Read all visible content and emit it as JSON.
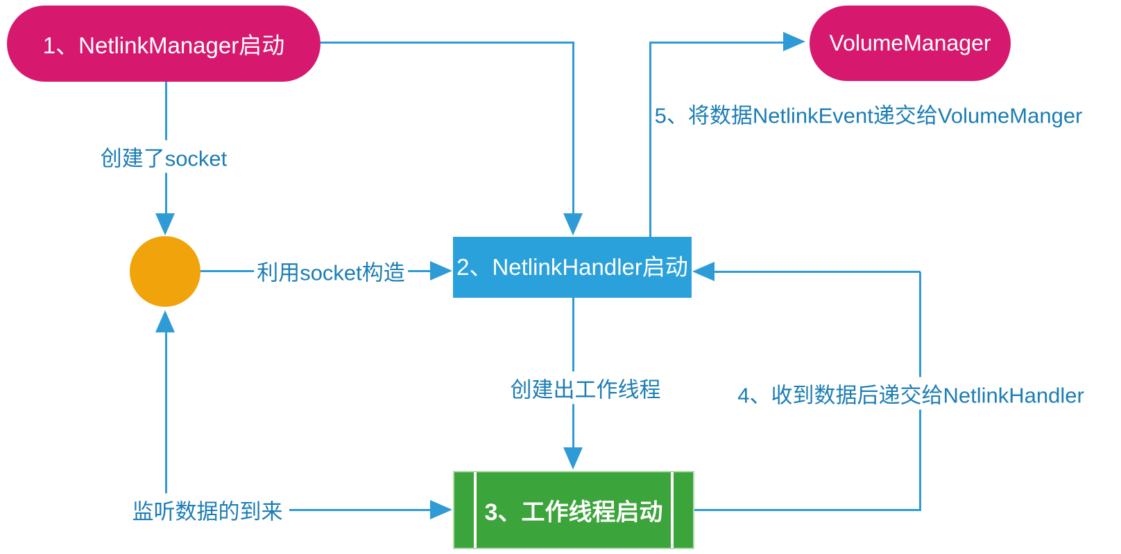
{
  "nodes": {
    "netlink_manager": "1、NetlinkManager启动",
    "volume_manager": "VolumeManager",
    "netlink_handler": "2、NetlinkHandler启动",
    "worker_thread": "3、工作线程启动"
  },
  "labels": {
    "create_socket": "创建了socket",
    "construct_with_socket": "利用socket构造",
    "listen_for_data": "监听数据的到来",
    "create_worker_thread": "创建出工作线程",
    "step4": "4、收到数据后递交给NetlinkHandler",
    "step5": "5、将数据NetlinkEvent递交给VolumeManger"
  },
  "colors": {
    "node_pink": "#d6196f",
    "node_blue": "#2ba1db",
    "node_green": "#3ba43a",
    "node_green_border": "#b4dab0",
    "socket_orange": "#f0a30a",
    "connector_blue": "#2e9bd6",
    "label_text_blue": "#1c7db4",
    "node_text": "#ffffff",
    "background": "#ffffff"
  }
}
